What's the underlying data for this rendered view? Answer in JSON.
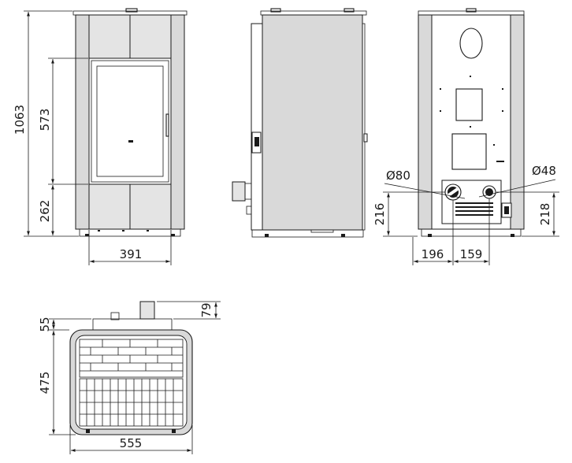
{
  "front_view": {
    "total_height": "1063",
    "glass_height": "573",
    "base_height": "262",
    "width": "391"
  },
  "back_view": {
    "flue_diameter": "Ø80",
    "inlet_diameter": "Ø48",
    "flue_height": "216",
    "inlet_height": "218",
    "flue_offset": "196",
    "flue_inlet_spacing": "159"
  },
  "top_view": {
    "collar_height": "79",
    "rear_offset": "55",
    "depth": "475",
    "width": "555"
  }
}
